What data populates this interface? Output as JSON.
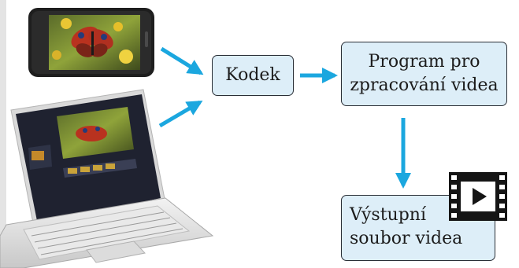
{
  "nodes": {
    "codec": {
      "label": "Kodek"
    },
    "program": {
      "line1": "Program pro",
      "line2": "zpracování videa"
    },
    "output": {
      "line1": "Výstupní",
      "line2": "soubor videa"
    }
  },
  "icons": {
    "phone": "smartphone-icon",
    "laptop": "laptop-icon",
    "film": "video-file-icon"
  },
  "colors": {
    "arrow": "#1ba7df",
    "node_fill": "#ddeef8",
    "node_border": "#2a2f36"
  }
}
